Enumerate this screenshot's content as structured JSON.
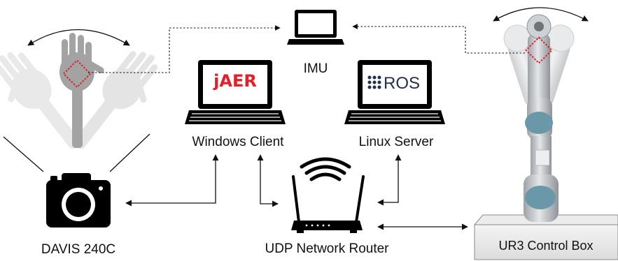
{
  "labels": {
    "imu": "IMU",
    "windows_client": "Windows Client",
    "linux_server": "Linux Server",
    "davis": "DAVIS 240C",
    "router": "UDP Network Router",
    "control_box": "UR3 Control Box"
  },
  "screens": {
    "jaer": "jAER",
    "ros": "ROS"
  },
  "colors": {
    "jaer_red": "#e3202a",
    "ros_blue": "#22314e",
    "marker_red": "#e3202a",
    "hand_gray": "#9a9a9a",
    "robot_silver": "#c9ccd0",
    "robot_joint": "#6b98a8"
  },
  "icons": {
    "camera": "camera-icon",
    "laptop": "laptop-icon",
    "router": "wifi-router-icon",
    "hand": "waving-hand-icon",
    "robot": "robot-arm-icon"
  }
}
